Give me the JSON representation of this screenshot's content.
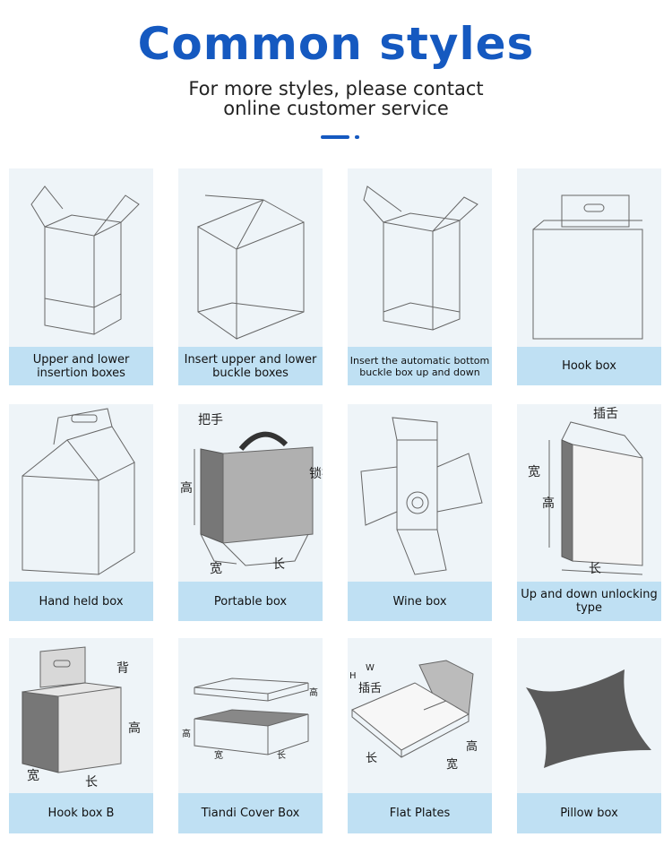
{
  "header": {
    "title": "Common styles",
    "subtitle_line1": "For more styles, please contact",
    "subtitle_line2": "online customer service"
  },
  "items": [
    {
      "label": "Upper and lower insertion boxes"
    },
    {
      "label": "Insert upper and lower buckle boxes"
    },
    {
      "label": "Insert the automatic bottom buckle box up and down"
    },
    {
      "label": "Hook box"
    },
    {
      "label": "Hand held box"
    },
    {
      "label": "Portable box",
      "annotations": {
        "handle": "把手",
        "lock": "锁扣",
        "height": "高",
        "width": "宽",
        "length": "长"
      }
    },
    {
      "label": "Wine box"
    },
    {
      "label": "Up and down unlocking type",
      "annotations": {
        "tab": "插舌",
        "width": "宽",
        "height": "高",
        "length": "长"
      }
    },
    {
      "label": "Hook box B",
      "annotations": {
        "back": "背",
        "height": "高",
        "width": "宽",
        "length": "长"
      }
    },
    {
      "label": "Tiandi Cover Box",
      "annotations": {
        "height_top": "高",
        "height_bottom": "高",
        "width": "宽",
        "length": "长"
      }
    },
    {
      "label": "Flat Plates",
      "annotations": {
        "w": "W",
        "h": "H",
        "tab": "插舌",
        "height": "高",
        "length": "长",
        "width": "宽"
      }
    },
    {
      "label": "Pillow box"
    }
  ]
}
